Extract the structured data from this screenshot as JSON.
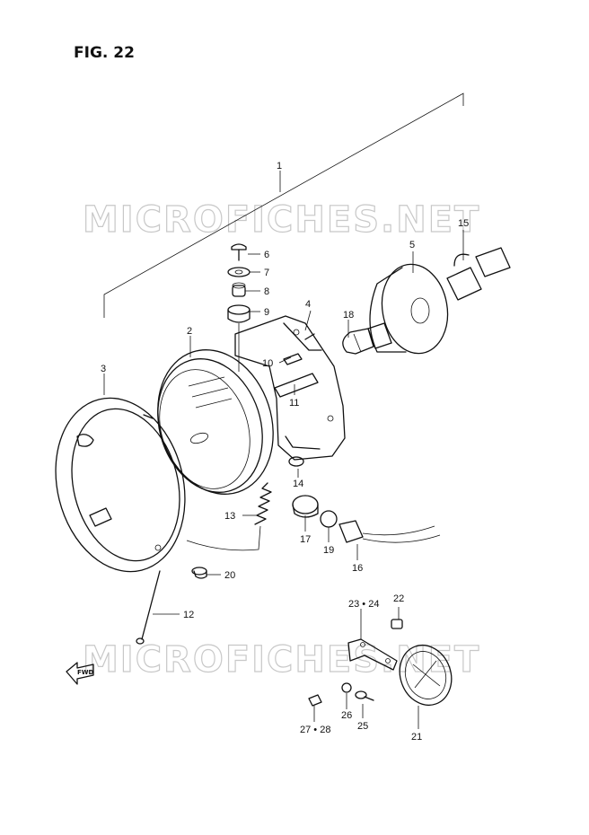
{
  "figure": {
    "title": "FIG. 22"
  },
  "watermark": "MICROFICHES.NET",
  "fwd_label": "FWD",
  "callouts": [
    {
      "id": "1",
      "text": "1"
    },
    {
      "id": "2",
      "text": "2"
    },
    {
      "id": "3",
      "text": "3"
    },
    {
      "id": "4",
      "text": "4"
    },
    {
      "id": "5",
      "text": "5"
    },
    {
      "id": "6",
      "text": "6"
    },
    {
      "id": "7",
      "text": "7"
    },
    {
      "id": "8",
      "text": "8"
    },
    {
      "id": "9",
      "text": "9"
    },
    {
      "id": "10",
      "text": "10"
    },
    {
      "id": "11",
      "text": "11"
    },
    {
      "id": "12",
      "text": "12"
    },
    {
      "id": "13",
      "text": "13"
    },
    {
      "id": "14",
      "text": "14"
    },
    {
      "id": "15",
      "text": "15"
    },
    {
      "id": "16",
      "text": "16"
    },
    {
      "id": "17",
      "text": "17"
    },
    {
      "id": "18",
      "text": "18"
    },
    {
      "id": "19",
      "text": "19"
    },
    {
      "id": "20",
      "text": "20"
    },
    {
      "id": "21",
      "text": "21"
    },
    {
      "id": "22",
      "text": "22"
    },
    {
      "id": "23-24",
      "text": "23 • 24"
    },
    {
      "id": "25",
      "text": "25"
    },
    {
      "id": "26",
      "text": "26"
    },
    {
      "id": "27-28",
      "text": "27 • 28"
    }
  ]
}
